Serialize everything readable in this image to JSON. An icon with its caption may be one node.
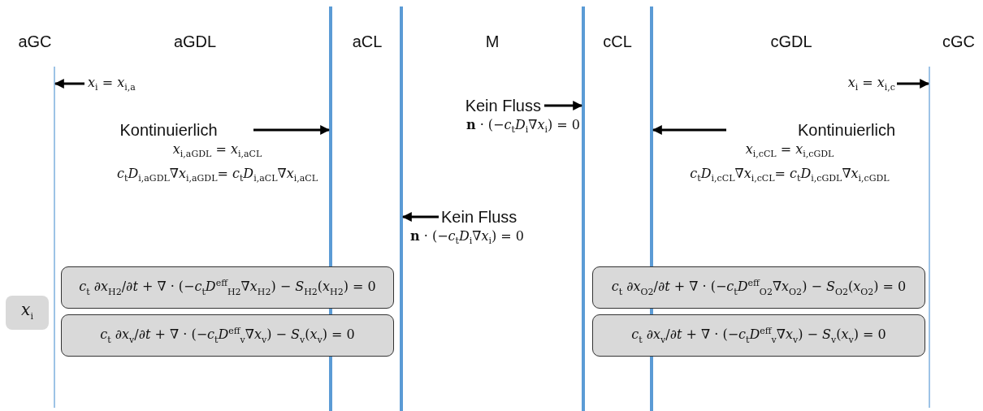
{
  "diagram": {
    "nodes": [
      {
        "text": [],
        "shape": "bar"
      },
      {
        "text": [],
        "shape": "bar"
      },
      {
        "text": [],
        "shape": "bar"
      },
      {
        "text": [],
        "shape": "bar"
      },
      {
        "text": [],
        "shape": "bar"
      },
      {
        "text": [],
        "shape": "bar"
      },
      {
        "text": [
          "*x*$_{i}$ = *x*$_{i,a}$"
        ]
      },
      {
        "text": [
          "Kontinuierlich",
          "*x*$_{i,aGDL}$ = *x*$_{i,aCL}$",
          "*c*$_{t}$*D*$_{i,aGDL}$∇*x*$_{i,aGDL}$= *c*$_{t}$*D*$_{i,aCL}$∇*x*$_{i,aCL}$"
        ]
      },
      {
        "text": [
          "Kein Fluss",
          "**n** · (−*c*$_{t}$*D*$_{i}$∇*x*$_{i}$) = 0"
        ]
      },
      {
        "text": [
          "*x*$_{i}$ = *x*$_{i,c}$"
        ]
      },
      {
        "text": [
          "Kontinuierlich",
          "*x*$_{i,cCL}$ = *x*$_{i,cGDL}$",
          "*c*$_{t}$*D*$_{i,cCL}$∇*x*$_{i,cCL}$= *c*$_{t}$*D*$_{i,cGDL}$∇*x*$_{i,cGDL}$"
        ]
      },
      {
        "text": [
          "Kein Fluss",
          "**n** · (−*c*$_{t}$*D*$_{i}$∇*x*$_{i}$) = 0"
        ]
      },
      {
        "text": [
          "*x*$_{i}$"
        ]
      },
      {
        "text": [
          "*c*$_{t}$ ∂*x*$_{H2}$/∂*t* + ∇ · (−*c*$_{t}$*D*$^{eff}$$_{H2}$∇*x*$_{H2}$) − *S*$_{H2}$(*x*$_{H2}$) = 0"
        ]
      },
      {
        "text": [
          "*c*$_{t}$ ∂*x*$_{v}$/∂*t* + ∇ · (−*c*$_{t}$*D*$^{eff}$$_{v}$∇*x*$_{v}$) − *S*$_{v}$(*x*$_{v}$) = 0"
        ]
      },
      {
        "text": [
          "*c*$_{t}$ ∂*x*$_{O2}$/∂*t* + ∇ · (−*c*$_{t}$*D*$^{eff}$$_{O2}$∇*x*$_{O2}$) − *S*$_{O2}$(*x*$_{O2}$) = 0"
        ]
      },
      {
        "text": [
          "*c*$_{t}$ ∂*x*$_{v}$/∂*t* + ∇ · (−*c*$_{t}$*D*$^{eff}$$_{v}$∇*x*$_{v}$) − *S*$_{v}$(*x*$_{v}$) = 0"
        ]
      }
    ],
    "edges": [
      {
        "from": 6,
        "to": 0,
        "arrow": "to"
      },
      {
        "from": 7,
        "to": 1,
        "arrow": "to"
      },
      {
        "from": 8,
        "to": 3,
        "arrow": "to"
      },
      {
        "from": 9,
        "to": 5,
        "arrow": "to"
      },
      {
        "from": 10,
        "to": 4,
        "arrow": "to"
      },
      {
        "from": 11,
        "to": 2,
        "arrow": "to"
      }
    ],
    "labels": [
      "aGC",
      "aGDL",
      "aCL",
      "M",
      "cCL",
      "cGDL",
      "cGC"
    ]
  }
}
